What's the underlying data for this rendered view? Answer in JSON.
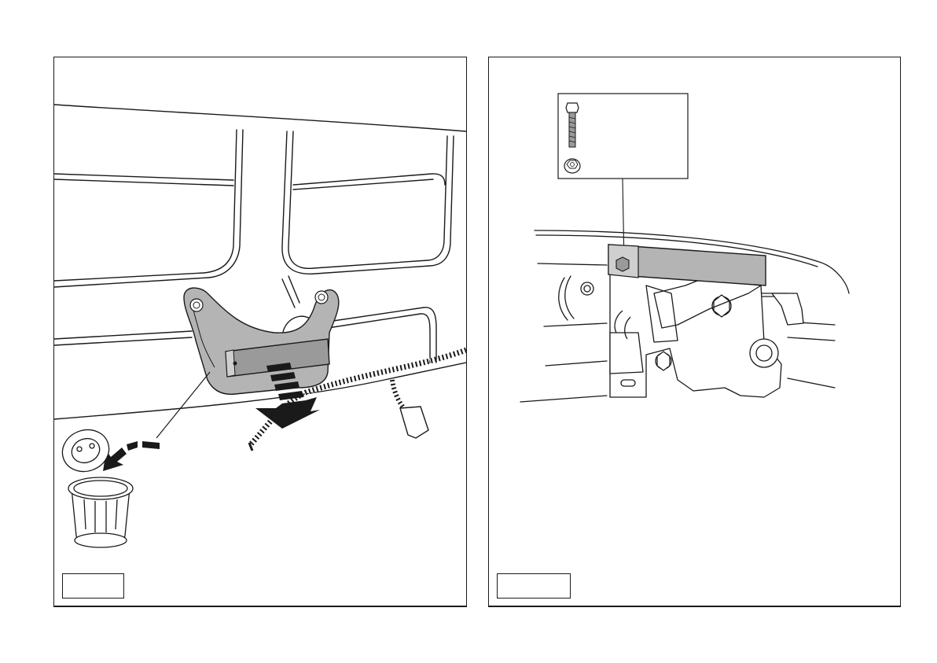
{
  "figures": [
    {
      "id": "remove-bracket",
      "step_label": ""
    },
    {
      "id": "install-bracket",
      "step_label": ""
    }
  ],
  "colors": {
    "line": "#1a1a1a",
    "part_fill": "#b4b4b4",
    "part_fill_dark": "#9a9a9a",
    "arrow_fill": "#1a1a1a",
    "background": "#ffffff"
  },
  "icons": {
    "removal_arrow": "down-right-arrow",
    "discard_arrow": "curved-arrow",
    "discard": "trash-can-icon",
    "hardware": [
      "hex-bolt-icon",
      "flange-nut-icon"
    ]
  }
}
